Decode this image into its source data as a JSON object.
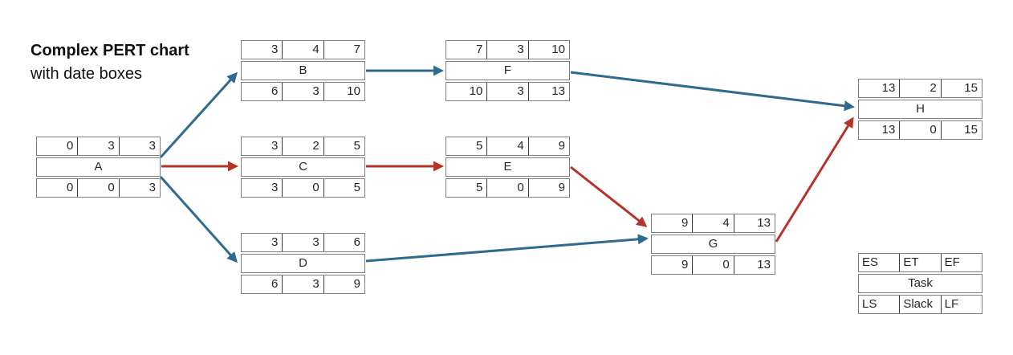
{
  "title": {
    "line1": "Complex PERT chart",
    "line2": "with date boxes"
  },
  "colors": {
    "blue": "#2f6b8d",
    "red": "#b5342a",
    "box_border": "#7f7f7f",
    "cell_divider": "#3a3a3a",
    "text": "#262626"
  },
  "tasks": [
    {
      "id": "A",
      "es": "0",
      "et": "3",
      "ef": "3",
      "ls": "0",
      "slack": "0",
      "lf": "3"
    },
    {
      "id": "B",
      "es": "3",
      "et": "4",
      "ef": "7",
      "ls": "6",
      "slack": "3",
      "lf": "10"
    },
    {
      "id": "C",
      "es": "3",
      "et": "2",
      "ef": "5",
      "ls": "3",
      "slack": "0",
      "lf": "5"
    },
    {
      "id": "D",
      "es": "3",
      "et": "3",
      "ef": "6",
      "ls": "6",
      "slack": "3",
      "lf": "9"
    },
    {
      "id": "E",
      "es": "5",
      "et": "4",
      "ef": "9",
      "ls": "5",
      "slack": "0",
      "lf": "9"
    },
    {
      "id": "F",
      "es": "7",
      "et": "3",
      "ef": "10",
      "ls": "10",
      "slack": "3",
      "lf": "13"
    },
    {
      "id": "G",
      "es": "9",
      "et": "4",
      "ef": "13",
      "ls": "9",
      "slack": "0",
      "lf": "13"
    },
    {
      "id": "H",
      "es": "13",
      "et": "2",
      "ef": "15",
      "ls": "13",
      "slack": "0",
      "lf": "15"
    }
  ],
  "legend": {
    "es": "ES",
    "et": "ET",
    "ef": "EF",
    "task": "Task",
    "ls": "LS",
    "slack": "Slack",
    "lf": "LF"
  },
  "edges": [
    {
      "from": "A",
      "to": "B",
      "color": "blue"
    },
    {
      "from": "A",
      "to": "C",
      "color": "red"
    },
    {
      "from": "A",
      "to": "D",
      "color": "blue"
    },
    {
      "from": "B",
      "to": "F",
      "color": "blue"
    },
    {
      "from": "C",
      "to": "E",
      "color": "red"
    },
    {
      "from": "F",
      "to": "H",
      "color": "blue"
    },
    {
      "from": "E",
      "to": "G",
      "color": "red"
    },
    {
      "from": "D",
      "to": "G",
      "color": "blue"
    },
    {
      "from": "G",
      "to": "H",
      "color": "red"
    }
  ]
}
